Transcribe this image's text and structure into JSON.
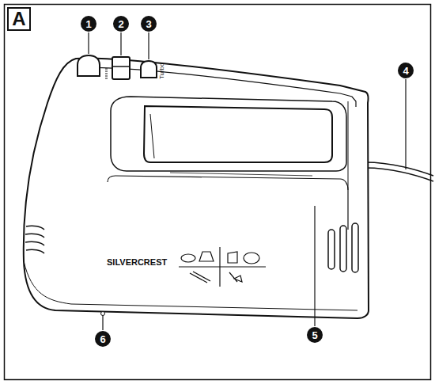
{
  "diagram": {
    "nodes": [
      {
        "text": [
          "A"
        ]
      },
      {
        "text": [
          "1"
        ]
      },
      {
        "text": [
          "2"
        ]
      },
      {
        "text": [
          "3"
        ]
      },
      {
        "text": [
          "4"
        ]
      },
      {
        "text": [
          "5"
        ]
      },
      {
        "text": [
          "6"
        ]
      }
    ],
    "labels": [
      "Turbo",
      "SILVERCREST"
    ]
  }
}
